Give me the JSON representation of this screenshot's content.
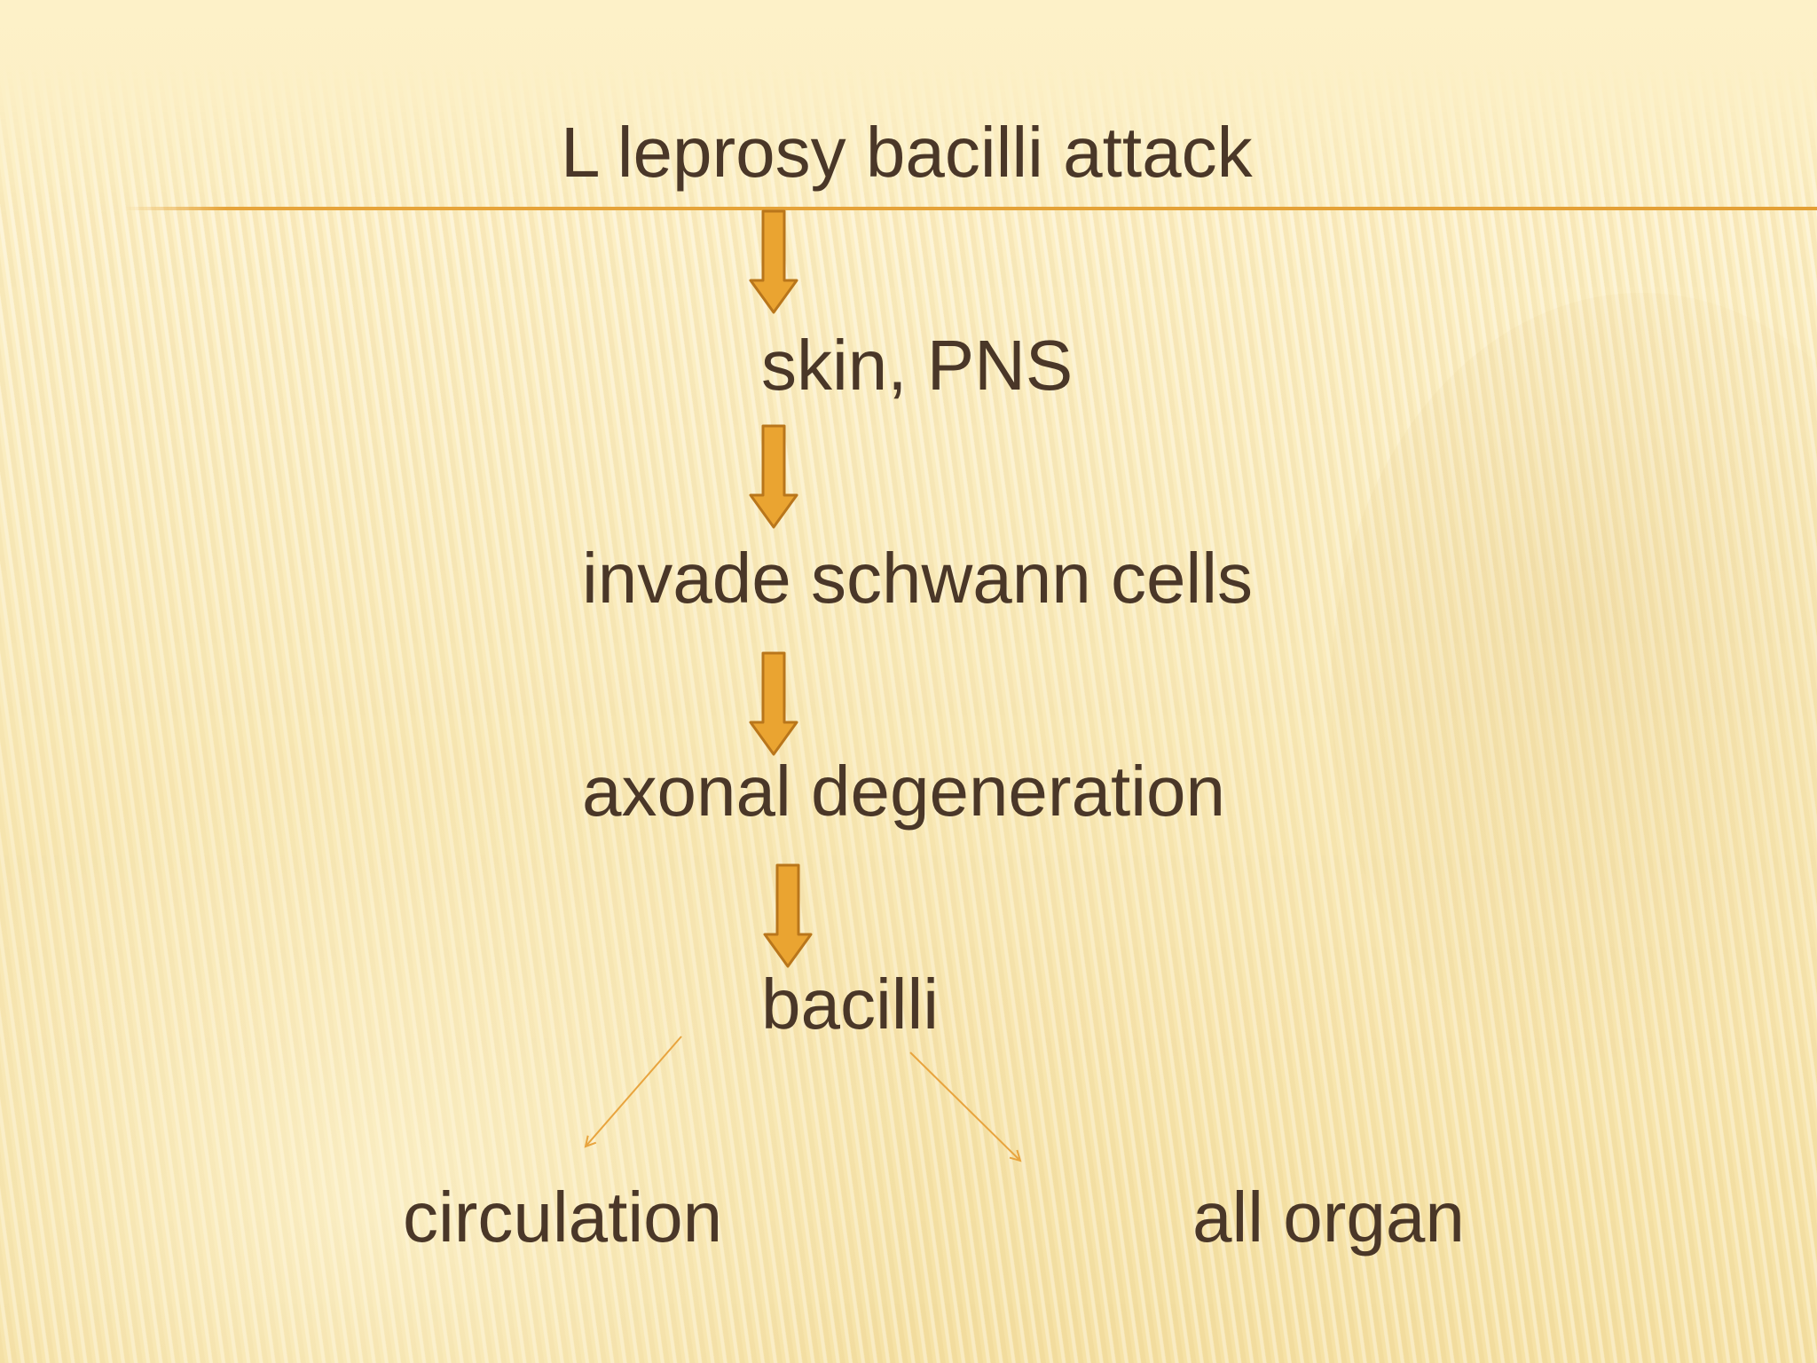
{
  "diagram": {
    "title": "L leprosy bacilli attack",
    "nodes": [
      {
        "id": "skin",
        "label": "skin, PNS"
      },
      {
        "id": "schwann",
        "label": "invade schwann cells"
      },
      {
        "id": "axonal",
        "label": "axonal degeneration"
      },
      {
        "id": "bacilli",
        "label": "bacilli"
      },
      {
        "id": "circulation",
        "label": "circulation"
      },
      {
        "id": "organ",
        "label": "all organ"
      }
    ],
    "edges": [
      {
        "from": "title",
        "to": "skin",
        "style": "block-arrow"
      },
      {
        "from": "skin",
        "to": "schwann",
        "style": "block-arrow"
      },
      {
        "from": "schwann",
        "to": "axonal",
        "style": "block-arrow"
      },
      {
        "from": "axonal",
        "to": "bacilli",
        "style": "block-arrow"
      },
      {
        "from": "bacilli",
        "to": "circulation",
        "style": "thin-arrow"
      },
      {
        "from": "bacilli",
        "to": "organ",
        "style": "thin-arrow"
      }
    ],
    "colors": {
      "text": "#4a3728",
      "arrow_fill": "#eaa431",
      "arrow_stroke": "#b9761b",
      "rule": "#e3a035",
      "thin_arrow": "#e8a43e"
    }
  }
}
